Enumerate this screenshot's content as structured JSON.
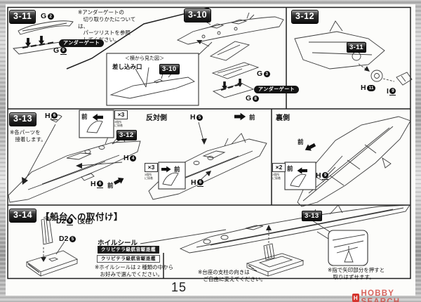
{
  "page": {
    "number": "15"
  },
  "watermark": {
    "logo_letter": "H",
    "text": "HOBBY SEARCH"
  },
  "labels": {
    "under_gate": "アンダーゲート",
    "front": "前"
  },
  "step311": {
    "id": "3-11",
    "note": "※アンダーゲートの\n　切り取りかたについては、\n　パーツリストを参照\n　してください。",
    "part_top": {
      "letter": "G",
      "num": "2"
    },
    "part_bottom": {
      "letter": "G",
      "num": "9"
    }
  },
  "step310": {
    "id": "3-10",
    "part_mid": {
      "letter": "G",
      "num": "3"
    },
    "part_bottom": {
      "letter": "G",
      "num": "8"
    },
    "inset": {
      "title": "＜横から見た図＞",
      "port_label": "差し込み口"
    }
  },
  "step312": {
    "id": "3-12",
    "ref_id": "3-11",
    "part_disc": {
      "letter": "H",
      "num": "11"
    },
    "part_cone": {
      "letter": "I",
      "num": "9"
    }
  },
  "step313": {
    "id": "3-13",
    "ref_id": "3-12",
    "note": "※各パーツを\n　接着します。",
    "part_top": {
      "letter": "H",
      "num": "6"
    },
    "part_right": {
      "letter": "H",
      "num": "4"
    },
    "part_bottom": {
      "letter": "H",
      "num": "6"
    },
    "x3": "×3",
    "x3_note": "3個所\nに接着"
  },
  "opposite": {
    "title": "反対側",
    "part_top": {
      "letter": "H",
      "num": "5"
    },
    "part_bottom": {
      "letter": "H",
      "num": "6"
    },
    "x3": "×3",
    "x3_note": "3個所\nに接着"
  },
  "backside": {
    "title": "裏側",
    "part": {
      "letter": "H",
      "num": "9"
    },
    "x2": "×2",
    "x2_note": "2個所\nに接着"
  },
  "step314": {
    "id": "3-14",
    "ref_id": "3-13",
    "title": "【船台への取付け】",
    "pillar": {
      "prefix": "D2",
      "num": "6",
      "suffix": "（支柱）"
    },
    "base": {
      "prefix": "D2",
      "num": "5"
    },
    "seal_title": "ホイルシール",
    "seal_option1": "クリピテラ級航宙駆逐艦",
    "seal_option2": "クリピテラ級航宙駆逐艦",
    "seal_note": "※ホイルシールは 2 種類の中から\n　お好みで選んでください。",
    "stand_note": "※台座の支柱の向きは\n　ご自由に変えてください。",
    "remove_note": "※指で矢印部分を押すと\n　取りはずせます。"
  }
}
